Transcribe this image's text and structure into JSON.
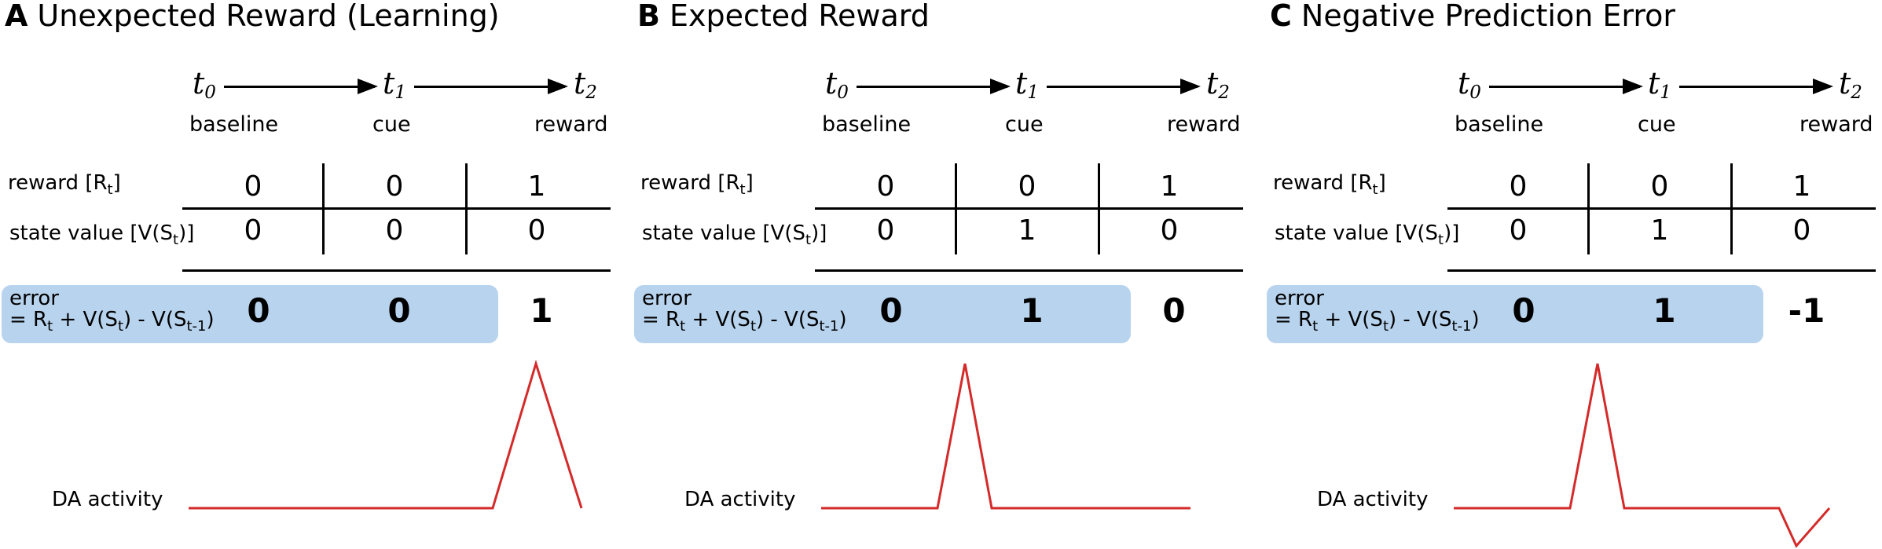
{
  "panels": [
    {
      "letter": "A",
      "title": "Unexpected Reward (Learning)",
      "timeline": {
        "times": [
          "t",
          "t",
          "t"
        ],
        "subscripts": [
          "0",
          "1",
          "2"
        ],
        "stages": [
          "baseline",
          "cue",
          "reward"
        ]
      },
      "rows": {
        "reward_label": "reward [R",
        "reward_sub": "t",
        "reward_close": "]",
        "value_label": "state value [V(S",
        "value_sub": "t",
        "value_close": ")]"
      },
      "reward": [
        "0",
        "0",
        "1"
      ],
      "state_value": [
        "0",
        "0",
        "0"
      ],
      "error_label": {
        "line1": "error",
        "p1": "= R",
        "s1": "t",
        "p2": " + V(S",
        "s2": "t",
        "p3": ") - V(S",
        "s3": "t-1",
        "p4": ")"
      },
      "error": [
        "0",
        "0",
        "1"
      ],
      "da_label": "DA activity",
      "da_trace": [
        "flat",
        "flat",
        "peak"
      ],
      "trace_color": "#d42a2a"
    },
    {
      "letter": "B",
      "title": "Expected Reward",
      "timeline": {
        "times": [
          "t",
          "t",
          "t"
        ],
        "subscripts": [
          "0",
          "1",
          "2"
        ],
        "stages": [
          "baseline",
          "cue",
          "reward"
        ]
      },
      "rows": {
        "reward_label": "reward [R",
        "reward_sub": "t",
        "reward_close": "]",
        "value_label": "state value [V(S",
        "value_sub": "t",
        "value_close": ")]"
      },
      "reward": [
        "0",
        "0",
        "1"
      ],
      "state_value": [
        "0",
        "1",
        "0"
      ],
      "error_label": {
        "line1": "error",
        "p1": "= R",
        "s1": "t",
        "p2": " + V(S",
        "s2": "t",
        "p3": ") - V(S",
        "s3": "t-1",
        "p4": ")"
      },
      "error": [
        "0",
        "1",
        "0"
      ],
      "da_label": "DA activity",
      "da_trace": [
        "flat",
        "peak",
        "flat"
      ],
      "trace_color": "#d42a2a"
    },
    {
      "letter": "C",
      "title": "Negative Prediction Error",
      "timeline": {
        "times": [
          "t",
          "t",
          "t"
        ],
        "subscripts": [
          "0",
          "1",
          "2"
        ],
        "stages": [
          "baseline",
          "cue",
          "reward"
        ]
      },
      "rows": {
        "reward_label": "reward [R",
        "reward_sub": "t",
        "reward_close": "]",
        "value_label": "state value [V(S",
        "value_sub": "t",
        "value_close": ")]"
      },
      "reward": [
        "0",
        "0",
        "1"
      ],
      "state_value": [
        "0",
        "1",
        "0"
      ],
      "error_label": {
        "line1": "error",
        "p1": "= R",
        "s1": "t",
        "p2": " + V(S",
        "s2": "t",
        "p3": ") - V(S",
        "s3": "t-1",
        "p4": ")"
      },
      "error": [
        "0",
        "1",
        "-1"
      ],
      "da_label": "DA activity",
      "da_trace": [
        "flat",
        "peak",
        "dip"
      ],
      "trace_color": "#d42a2a"
    }
  ],
  "colors": {
    "error_band": "#b8d3ee",
    "trace": "#d42a2a"
  }
}
